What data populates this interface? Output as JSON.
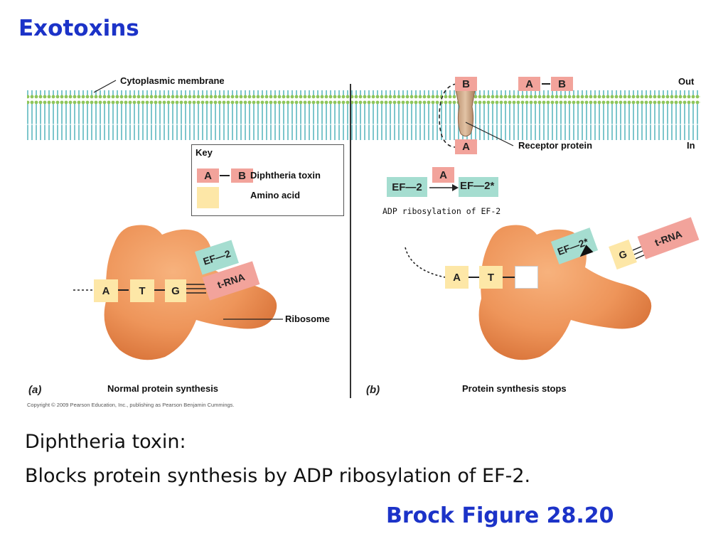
{
  "slide": {
    "title": "Exotoxins",
    "body_line1": "Diphtheria toxin:",
    "body_line2": "Blocks protein synthesis by ADP ribosylation of EF-2.",
    "credit": "Brock Figure 28.20"
  },
  "figure": {
    "membrane_label": "Cytoplasmic membrane",
    "out_label": "Out",
    "in_label": "In",
    "receptor_label": "Receptor protein",
    "ribosome_label": "Ribosome",
    "key": {
      "title": "Key",
      "toxin_a": "A",
      "toxin_b": "B",
      "toxin_label": "Diphtheria toxin",
      "amino_label": "Amino acid"
    },
    "panel_a": {
      "letter": "(a)",
      "caption": "Normal protein synthesis",
      "amino_acids": [
        "A",
        "T",
        "G"
      ],
      "ef2": "EF—2",
      "trna": "t-RNA"
    },
    "panel_b": {
      "letter": "(b)",
      "caption": "Protein synthesis stops",
      "receptor_b": "B",
      "inner_a": "A",
      "free_a": "A",
      "free_b": "B",
      "reaction_ef2": "EF—2",
      "reaction_a": "A",
      "reaction_ef2_star": "EF—2*",
      "reaction_label": "ADP ribosylation of EF-2",
      "amino_acids": [
        "A",
        "T"
      ],
      "ef2_star": "EF—2*",
      "free_g": "G",
      "trna": "t-RNA"
    },
    "copyright": "Copyright © 2009 Pearson Education, Inc., publishing as Pearson Benjamin Cummings."
  }
}
